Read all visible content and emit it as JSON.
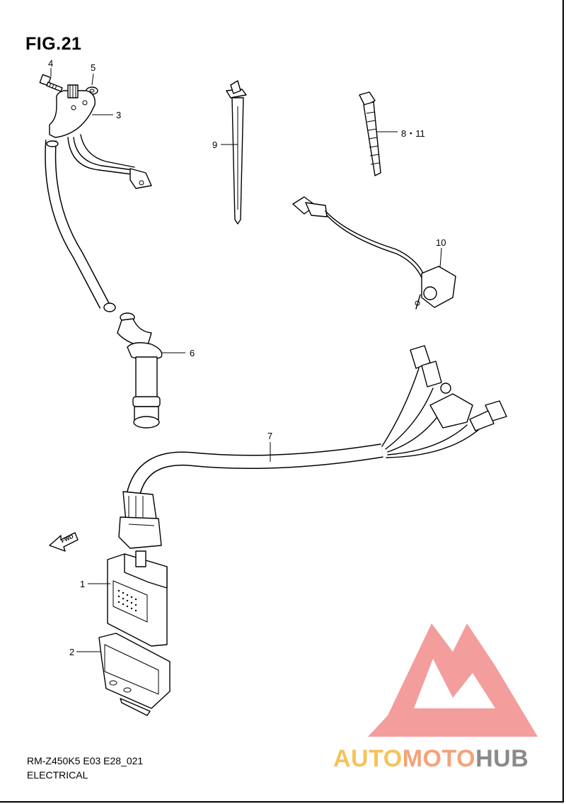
{
  "figure": {
    "title": "FIG.21"
  },
  "callouts": {
    "p1": "1",
    "p2": "2",
    "p3": "3",
    "p4": "4",
    "p5": "5",
    "p6": "6",
    "p7": "7",
    "p8_11": "8・11",
    "p9": "9",
    "p10": "10"
  },
  "fwd_label": "FWD",
  "footer": {
    "code": "RM-Z450K5 E03 E28_021",
    "section": "ELECTRICAL"
  },
  "watermark": {
    "part1": "AUTO",
    "part2": "MOTO",
    "part3": "HUB",
    "colors": {
      "auto": "#f5c35a",
      "moto": "#f5a27a",
      "hub": "#8a8a8a",
      "logo": "#f08080"
    }
  }
}
